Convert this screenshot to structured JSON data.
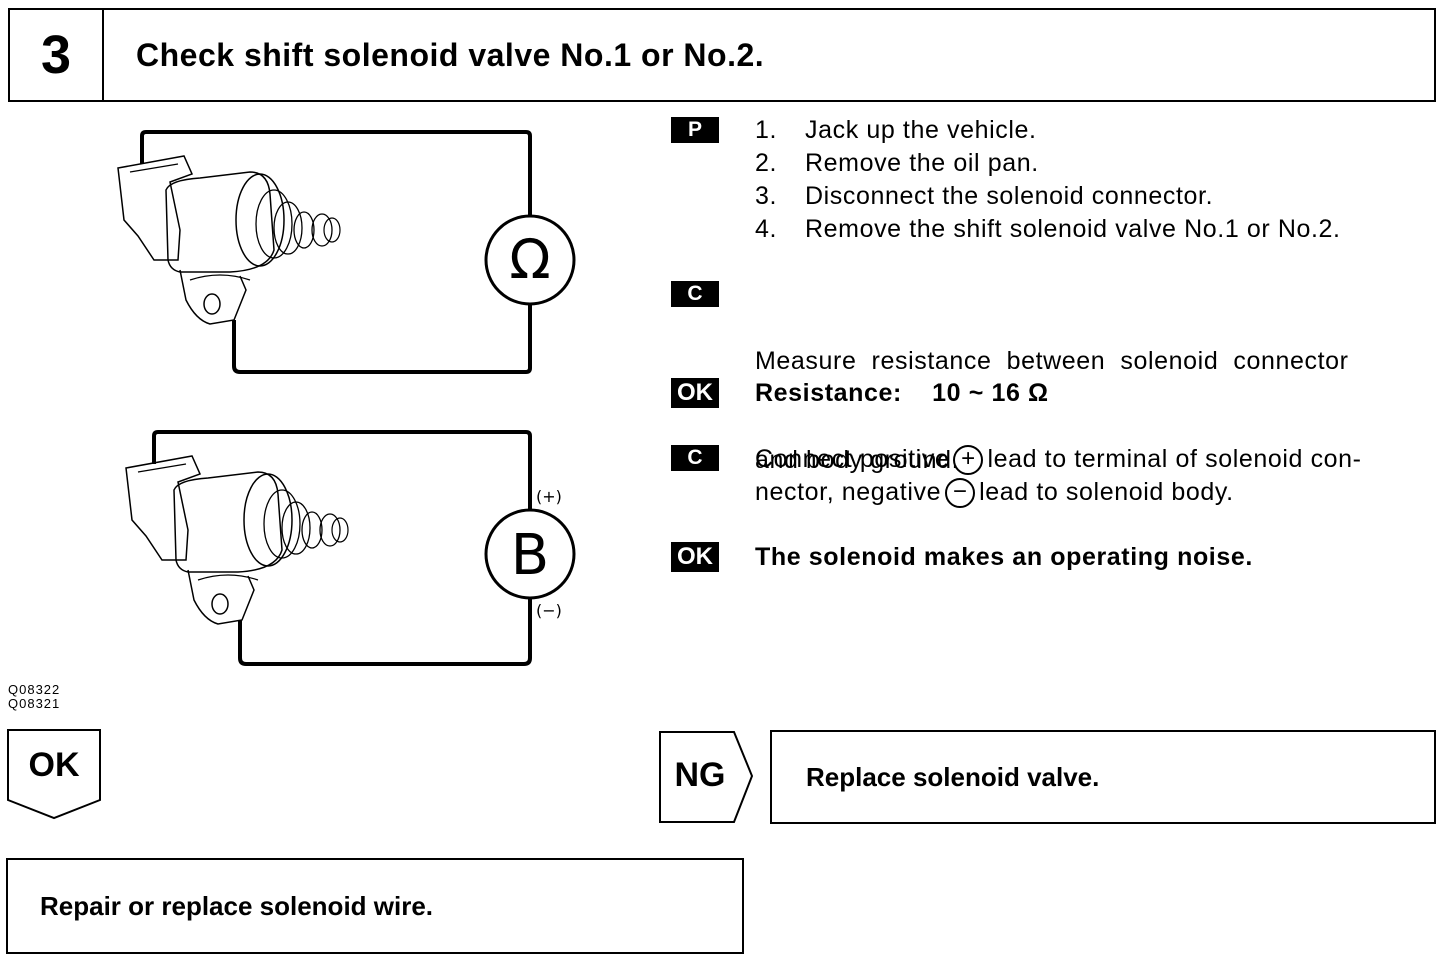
{
  "step": {
    "number": "3",
    "title": "Check shift solenoid valve No.1 or No.2."
  },
  "procedure": {
    "tag": "P",
    "items": [
      {
        "n": "1.",
        "text": "Jack up the vehicle."
      },
      {
        "n": "2.",
        "text": "Remove the oil pan."
      },
      {
        "n": "3.",
        "text": "Disconnect the solenoid connector."
      },
      {
        "n": "4.",
        "text": "Remove the shift solenoid valve No.1 or No.2."
      }
    ]
  },
  "check1": {
    "tag": "C",
    "line1": "Measure  resistance  between  solenoid  connector",
    "line2": "and body ground."
  },
  "ok1": {
    "tag": "OK",
    "label": "Resistance:",
    "value": "10 ~ 16 Ω"
  },
  "check2": {
    "tag": "C",
    "line1_a": "Connect positive",
    "plus": "+",
    "line1_b": "lead to terminal of solenoid con-",
    "line2_a": "nector, negative",
    "minus": "−",
    "line2_b": "lead to solenoid body."
  },
  "ok2": {
    "tag": "OK",
    "text": "The solenoid makes an operating noise."
  },
  "figure": {
    "meter_symbol": "Ω",
    "battery_symbol": "B",
    "plus_label": "(+)",
    "minus_label": "(−)",
    "id1": "Q08322",
    "id2": "Q08321"
  },
  "results": {
    "ok_label": "OK",
    "ok_action": "Repair or replace solenoid wire.",
    "ng_label": "NG",
    "ng_action": "Replace solenoid valve."
  }
}
